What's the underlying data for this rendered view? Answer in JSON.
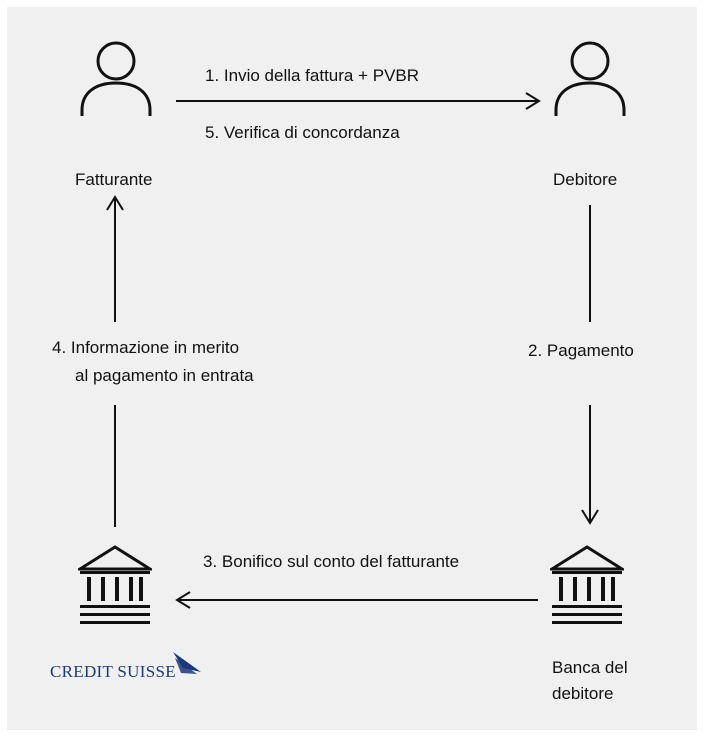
{
  "nodes": {
    "biller": {
      "label": "Fatturante"
    },
    "debtor": {
      "label": "Debitore"
    },
    "biller_bank": {
      "logo_text": "CREDIT SUISSE"
    },
    "debtor_bank": {
      "label_line1": "Banca del",
      "label_line2": "debitore"
    }
  },
  "steps": {
    "step1": "1. Invio della fattura + PVBR",
    "step5": "5. Verifica di concordanza",
    "step2": "2. Pagamento",
    "step4_line1": "4. Informazione in merito",
    "step4_line2": "al pagamento in entrata",
    "step3": "3. Bonifico sul conto del fatturante"
  },
  "icons": {
    "person": "person-icon",
    "bank": "bank-icon",
    "logo": "credit-suisse-logo"
  },
  "colors": {
    "background": "#f0f0f0",
    "line": "#111111",
    "logo": "#1a3a7a"
  }
}
